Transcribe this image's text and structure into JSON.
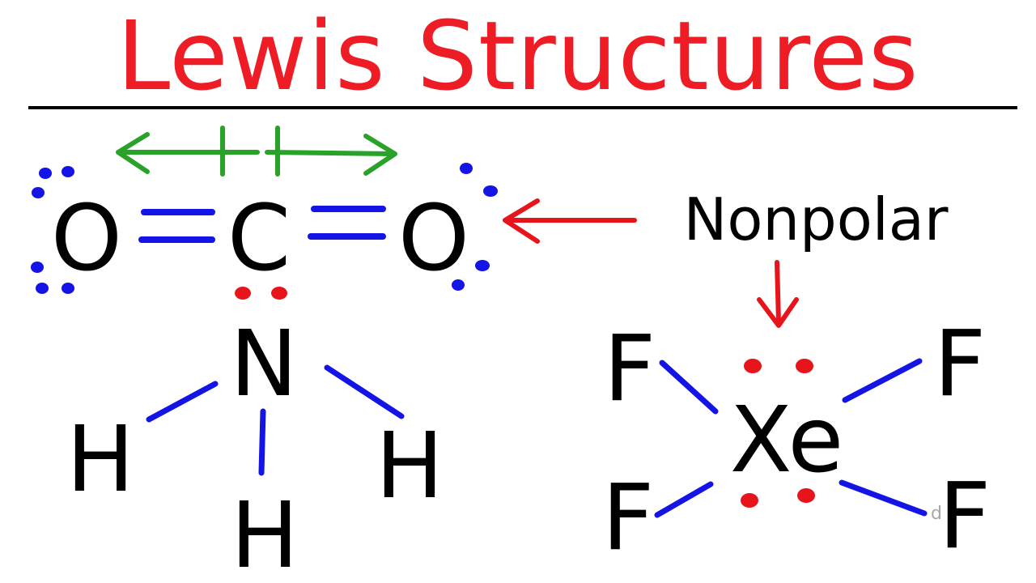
{
  "title": "Lewis Structures",
  "label": "Nonpolar",
  "co2": {
    "atoms": [
      "O",
      "C",
      "O"
    ]
  },
  "nh3": {
    "atoms": [
      "N",
      "H",
      "H",
      "H"
    ]
  },
  "xef4": {
    "atoms": [
      "Xe",
      "F",
      "F",
      "F",
      "F"
    ]
  },
  "corner_mark": "d",
  "colors": {
    "title": "#ee1c24",
    "ink": "#000000",
    "bond": "#1414e6",
    "lone_pair_blue": "#1414e6",
    "lone_pair_red": "#e8141c",
    "dipole_arrow": "#2aa22a",
    "pointer_arrow": "#e8141c"
  }
}
